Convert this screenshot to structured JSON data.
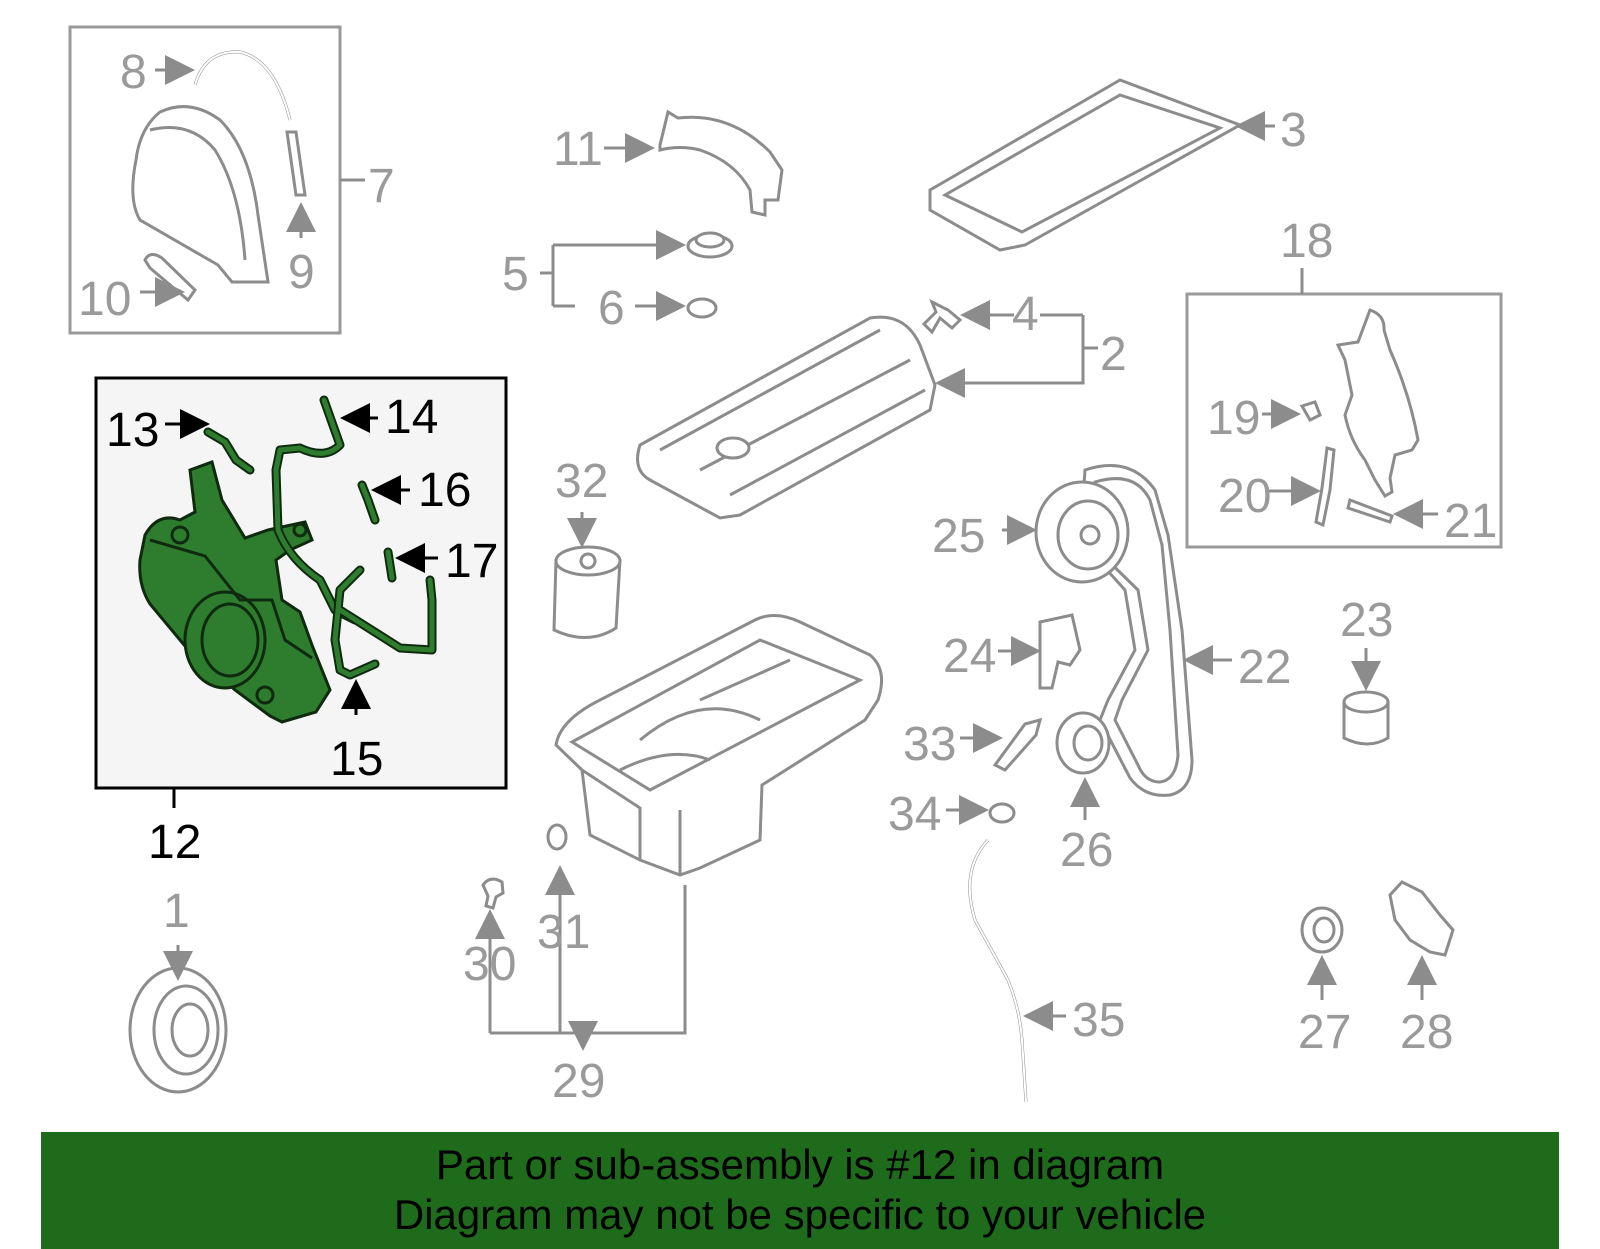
{
  "diagram": {
    "highlighted_part": "12",
    "callouts": [
      "1",
      "2",
      "3",
      "4",
      "5",
      "6",
      "7",
      "8",
      "9",
      "10",
      "11",
      "12",
      "13",
      "14",
      "15",
      "16",
      "17",
      "18",
      "19",
      "20",
      "21",
      "22",
      "23",
      "24",
      "25",
      "26",
      "27",
      "28",
      "29",
      "30",
      "31",
      "32",
      "33",
      "34",
      "35"
    ]
  },
  "banner": {
    "line1": "Part or sub-assembly is #12 in diagram",
    "line2": "Diagram may not be specific to your vehicle"
  },
  "colors": {
    "highlight": "#2e7d2e",
    "banner": "#1f6b1c",
    "line_art": "#8c8c8c"
  }
}
